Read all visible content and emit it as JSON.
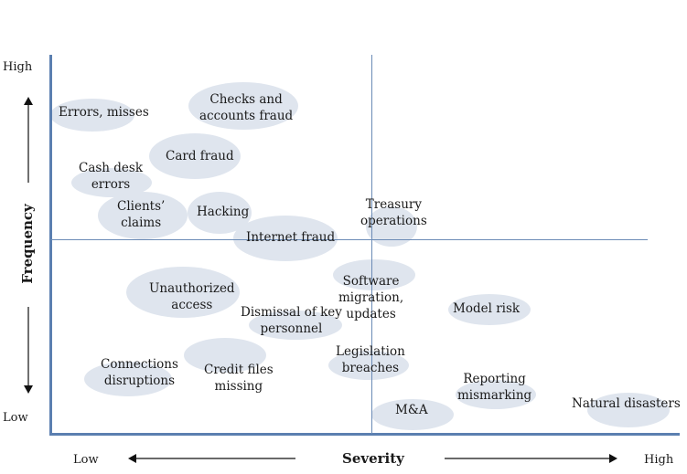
{
  "axes": {
    "y_title": "Frequency",
    "x_title": "Severity",
    "y_high": "High",
    "y_low": "Low",
    "x_low": "Low",
    "x_high": "High"
  },
  "risks": [
    {
      "id": "errors-misses",
      "text": "Errors, misses"
    },
    {
      "id": "checks-fraud",
      "text": "Checks and\naccounts fraud"
    },
    {
      "id": "card-fraud",
      "text": "Card fraud"
    },
    {
      "id": "cash-desk-errors",
      "text": "Cash desk\nerrors"
    },
    {
      "id": "clients-claims",
      "text": "Clients’\nclaims"
    },
    {
      "id": "hacking",
      "text": "Hacking"
    },
    {
      "id": "internet-fraud",
      "text": "Internet fraud"
    },
    {
      "id": "treasury-operations",
      "text": "Treasury\noperations"
    },
    {
      "id": "unauthorized-access",
      "text": "Unauthorized\naccess"
    },
    {
      "id": "software-migration",
      "text": "Software\nmigration,\nupdates"
    },
    {
      "id": "dismissal-personnel",
      "text": "Dismissal of key\npersonnel"
    },
    {
      "id": "model-risk",
      "text": "Model risk"
    },
    {
      "id": "connections-disruptions",
      "text": "Connections\ndisruptions"
    },
    {
      "id": "credit-files-missing",
      "text": "Credit files\nmissing"
    },
    {
      "id": "legislation-breaches",
      "text": "Legislation\nbreaches"
    },
    {
      "id": "reporting-mismarking",
      "text": "Reporting\nmismarking"
    },
    {
      "id": "m-and-a",
      "text": "M&A"
    },
    {
      "id": "natural-disasters",
      "text": "Natural disasters"
    }
  ]
}
